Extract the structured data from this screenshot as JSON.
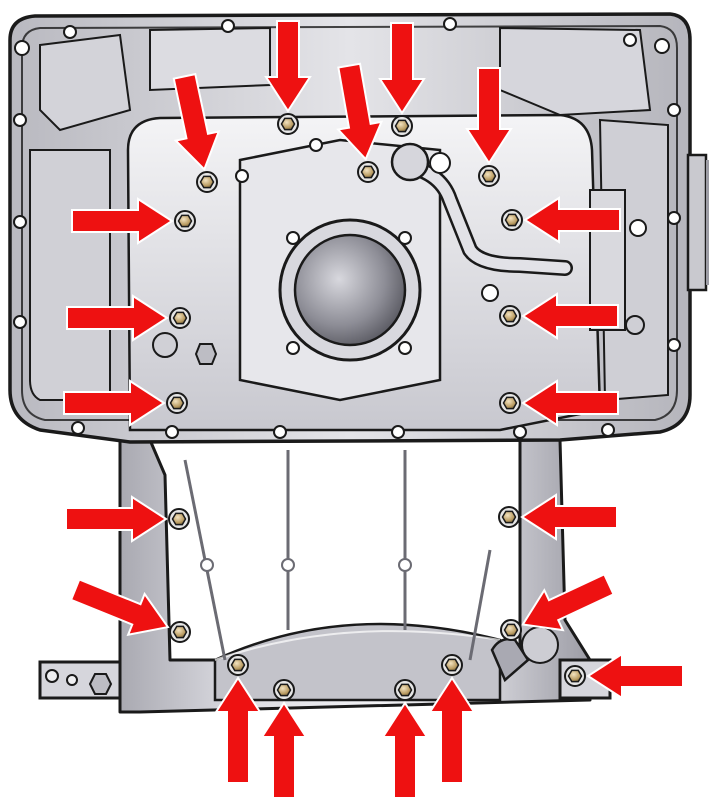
{
  "diagram": {
    "subject": "oil-pan-bolt-locations",
    "colors": {
      "arrow": "#ee1111",
      "arrow_outline": "#ffffff",
      "body_light": "#e9e9ec",
      "body_mid": "#c4c4ca",
      "body_dark": "#8e8e96",
      "outline": "#1a1a1a",
      "bolt_head": "#b89a60",
      "bolt_washer": "#e6e6e6"
    },
    "bolts": [
      {
        "id": 1,
        "location": "inner-upper-left"
      },
      {
        "id": 2,
        "location": "inner-top-left"
      },
      {
        "id": 3,
        "location": "inner-top-center"
      },
      {
        "id": 4,
        "location": "inner-top-right"
      },
      {
        "id": 5,
        "location": "inner-upper-right-a"
      },
      {
        "id": 6,
        "location": "inner-upper-right-b"
      },
      {
        "id": 7,
        "location": "inner-left-upper"
      },
      {
        "id": 8,
        "location": "inner-left-middle"
      },
      {
        "id": 9,
        "location": "inner-left-lower"
      },
      {
        "id": 10,
        "location": "inner-right-middle"
      },
      {
        "id": 11,
        "location": "inner-right-lower"
      },
      {
        "id": 12,
        "location": "sump-left-upper"
      },
      {
        "id": 13,
        "location": "sump-right-upper"
      },
      {
        "id": 14,
        "location": "sump-left-lower"
      },
      {
        "id": 15,
        "location": "sump-right-lower"
      },
      {
        "id": 16,
        "location": "flange-right"
      },
      {
        "id": 17,
        "location": "bottom-left-outer"
      },
      {
        "id": 18,
        "location": "bottom-left-inner"
      },
      {
        "id": 19,
        "location": "bottom-right-inner"
      },
      {
        "id": 20,
        "location": "bottom-right-outer"
      }
    ]
  }
}
